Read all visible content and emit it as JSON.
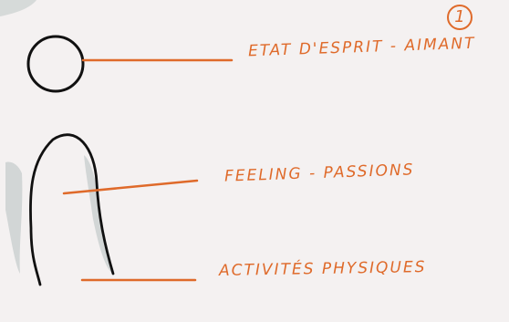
{
  "page_number": "1",
  "labels": {
    "mind": "ETAT D'ESPRIT  -  AIMANT",
    "feeling": "FEELING   -   PASSIONS",
    "activities": "ACTIVITÉS  PHYSIQUES"
  },
  "colors": {
    "background": "#f4f1f1",
    "ink": "#111111",
    "accent": "#df6a2a",
    "shadow": "#c9d0cf"
  }
}
